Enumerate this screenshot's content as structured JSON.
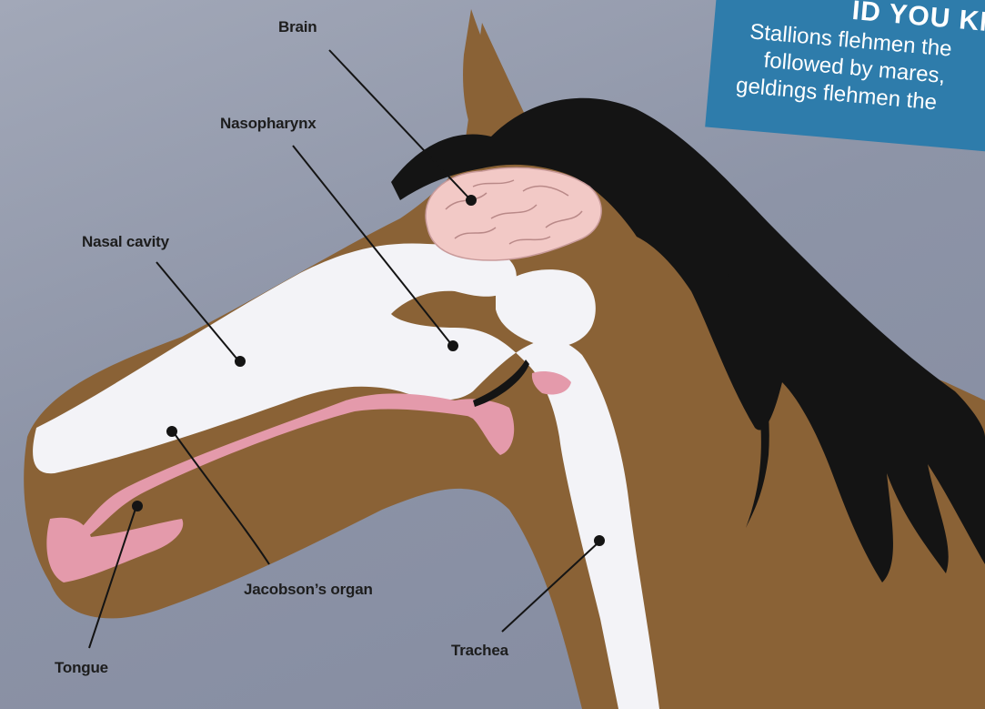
{
  "colors": {
    "background": "#8d94a7",
    "horse": "#8a6236",
    "mane": "#141414",
    "airway": "#f3f3f7",
    "pink": "#e49aab",
    "brain": "#f2c9c6",
    "fact_box": "#2e7cab"
  },
  "labels": {
    "brain": "Brain",
    "nasopharynx": "Nasopharynx",
    "nasal_cavity": "Nasal cavity",
    "jacobsons_organ": "Jacobson’s organ",
    "tongue": "Tongue",
    "trachea": "Trachea"
  },
  "fact_box": {
    "heading": "ID YOU KNO",
    "line1": "Stallions flehmen the",
    "line2": "followed by mares,",
    "line3": "geldings flehmen the"
  }
}
